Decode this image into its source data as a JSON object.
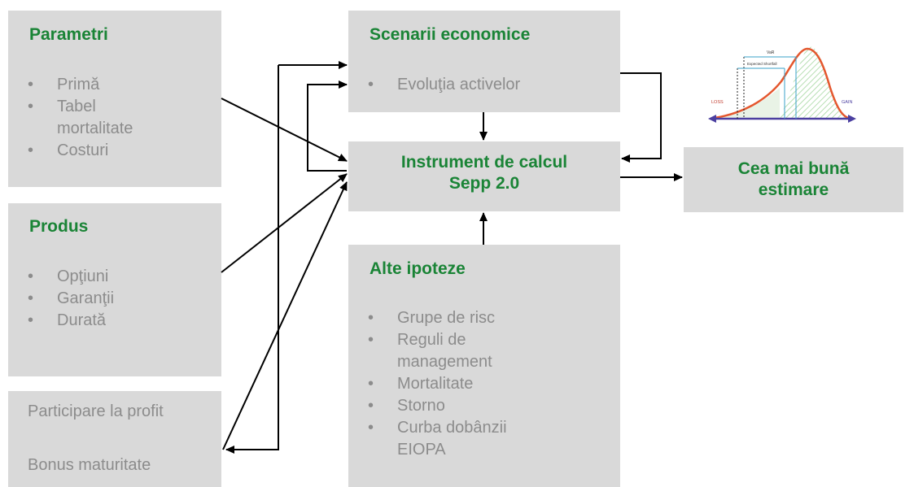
{
  "parametri": {
    "title": "Parametri",
    "items": [
      "Primă",
      "Tabel",
      "mortalitate",
      "Costuri"
    ]
  },
  "produs": {
    "title": "Produs",
    "items": [
      "Opţiuni",
      "Garanţii",
      "Durată"
    ]
  },
  "profit_box": {
    "line1": "Participare la profit",
    "line2": "Bonus maturitate"
  },
  "scenarii": {
    "title": "Scenarii economice",
    "items": [
      "Evoluţia activelor"
    ]
  },
  "instrument": {
    "line1": "Instrument de calcul",
    "line2": "Sepp 2.0"
  },
  "alte": {
    "title": "Alte ipoteze",
    "items": [
      "Grupe de risc",
      "Reguli de",
      "management",
      "Mortalitate",
      "Storno",
      "Curba dobânzii",
      "EIOPA"
    ]
  },
  "estimare": {
    "line1": "Cea mai bună",
    "line2": "estimare"
  },
  "distribution": {
    "loss_label": "LOSS",
    "gain_label": "GAIN",
    "var_label": "VaR",
    "es_label": "Expected Shortfall"
  },
  "colors": {
    "title_green": "#1a8436",
    "box_gray": "#d9d9d9",
    "text_gray": "#8c8c8c",
    "curve_red": "#e4572e",
    "axis_blue": "#4b3fa0",
    "hatch_green": "#9fd49a"
  }
}
